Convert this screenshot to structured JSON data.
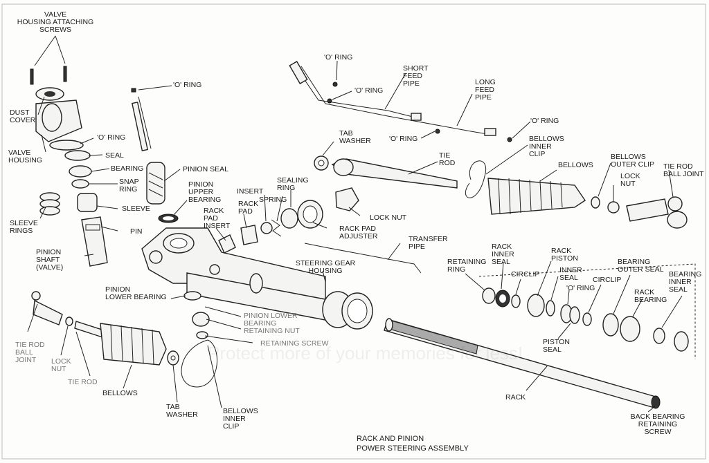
{
  "caption": [
    "RACK AND PINION",
    "POWER STEERING ASSEMBLY"
  ],
  "labels": {
    "valve_housing_screws": [
      "VALVE",
      "HOUSING ATTACHING",
      "SCREWS"
    ],
    "dust_cover": [
      "DUST",
      "COVER"
    ],
    "valve_housing": [
      "VALVE",
      "HOUSING"
    ],
    "o_ring_valve": [
      "'O' RING"
    ],
    "seal_valve": [
      "SEAL"
    ],
    "bearing_valve": [
      "BEARING"
    ],
    "snap_ring": [
      "SNAP",
      "RING"
    ],
    "sleeve": [
      "SLEEVE"
    ],
    "sleeve_rings": [
      "SLEEVE",
      "RINGS"
    ],
    "pin": [
      "PIN"
    ],
    "pinion_shaft": [
      "PINION",
      "SHAFT",
      "(VALVE)"
    ],
    "o_ring_top": [
      "'O' RING"
    ],
    "pinion_seal": [
      "PINION SEAL"
    ],
    "pinion_upper_bearing": [
      "PINION",
      "UPPER",
      "BEARING"
    ],
    "rack_pad_insert": [
      "RACK",
      "PAD",
      "INSERT"
    ],
    "rack_pad": [
      "RACK",
      "PAD"
    ],
    "insert": [
      "INSERT"
    ],
    "sealing_ring": [
      "SEALING",
      "RING"
    ],
    "spring": [
      "SPRING"
    ],
    "rack_pad_adjuster": [
      "RACK PAD",
      "ADJUSTER"
    ],
    "lock_nut_mid": [
      "LOCK NUT"
    ],
    "transfer_pipe": [
      "TRANSFER",
      "PIPE"
    ],
    "steering_gear_housing": [
      "STEERING GEAR",
      "HOUSING"
    ],
    "pinion_lower_bearing": [
      "PINION",
      "LOWER BEARING"
    ],
    "pinion_lower_bearing_nut": [
      "PINION LOWER",
      "BEARING",
      "RETAINING NUT"
    ],
    "retaining_screw": [
      "RETAINING SCREW"
    ],
    "o_ring_pipe_top": [
      "'O' RING"
    ],
    "o_ring_pipe_mid": [
      "'O' RING"
    ],
    "short_feed_pipe": [
      "SHORT",
      "FEED",
      "PIPE"
    ],
    "long_feed_pipe": [
      "LONG",
      "FEED",
      "PIPE"
    ],
    "o_ring_pipe_low": [
      "'O' RING"
    ],
    "o_ring_pipe_right": [
      "'O' RING"
    ],
    "tab_washer_top": [
      "TAB",
      "WASHER"
    ],
    "tie_rod_top": [
      "TIE",
      "ROD"
    ],
    "bellows_inner_clip_top": [
      "BELLOWS",
      "INNER",
      "CLIP"
    ],
    "bellows_top": [
      "BELLOWS"
    ],
    "bellows_outer_clip": [
      "BELLOWS",
      "OUTER CLIP"
    ],
    "lock_nut_right": [
      "LOCK",
      "NUT"
    ],
    "tie_rod_ball_joint_right": [
      "TIE ROD",
      "BALL JOINT"
    ],
    "retaining_ring": [
      "RETAINING",
      "RING"
    ],
    "rack_inner_seal": [
      "RACK",
      "INNER",
      "SEAL"
    ],
    "circlip_a": [
      "CIRCLIP"
    ],
    "rack_piston": [
      "RACK",
      "PISTON"
    ],
    "inner_seal": [
      "INNER",
      "SEAL"
    ],
    "o_ring_rack": [
      "'O' RING"
    ],
    "circlip_b": [
      "CIRCLIP"
    ],
    "bearing_outer_seal": [
      "BEARING",
      "OUTER SEAL"
    ],
    "rack_bearing": [
      "RACK",
      "BEARING"
    ],
    "bearing_inner_seal": [
      "BEARING",
      "INNER",
      "SEAL"
    ],
    "piston_seal": [
      "PISTON",
      "SEAL"
    ],
    "rack": [
      "RACK"
    ],
    "back_bearing_screw": [
      "BACK BEARING",
      "RETAINING",
      "SCREW"
    ],
    "tie_rod_ball_joint_left": [
      "TIE ROD",
      "BALL",
      "JOINT"
    ],
    "lock_nut_left": [
      "LOCK",
      "NUT"
    ],
    "tie_rod_left": [
      "TIE ROD"
    ],
    "bellows_left": [
      "BELLOWS"
    ],
    "tab_washer_bottom": [
      "TAB",
      "WASHER"
    ],
    "bellows_inner_clip_bottom": [
      "BELLOWS",
      "INNER",
      "CLIP"
    ]
  },
  "watermark": "Protect more of your memories for less!"
}
